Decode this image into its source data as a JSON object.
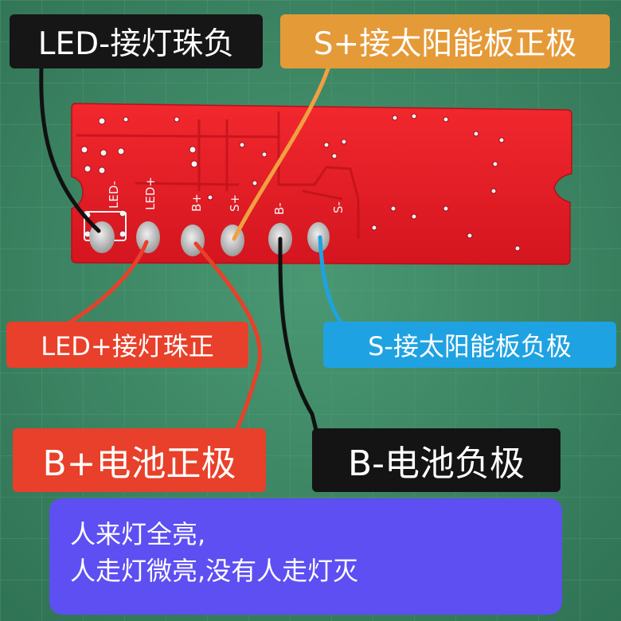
{
  "labels": {
    "led_minus": "LED-接灯珠负",
    "s_plus": "S+接太阳能板正极",
    "led_plus": "LED+接灯珠正",
    "s_minus": "S-接太阳能板负极",
    "b_plus": "B+电池正极",
    "b_minus": "B-电池负极"
  },
  "pcb": {
    "silkscreen": {
      "led_minus": "LED-",
      "led_plus": "LED+",
      "b_plus": "B+",
      "s_plus": "S+",
      "b_minus": "B-",
      "s_minus": "S-"
    }
  },
  "note": {
    "line1": "人来灯全亮,",
    "line2": "人走灯微亮,没有人走灯灭"
  },
  "colors": {
    "pcb_red": "#e8202a",
    "background_green": "#3e8a66",
    "wire_black": "#111111",
    "wire_orange": "#f0a040",
    "wire_red": "#e8402a",
    "wire_blue": "#1fa2e2",
    "note_purple": "#5d4ff2"
  }
}
